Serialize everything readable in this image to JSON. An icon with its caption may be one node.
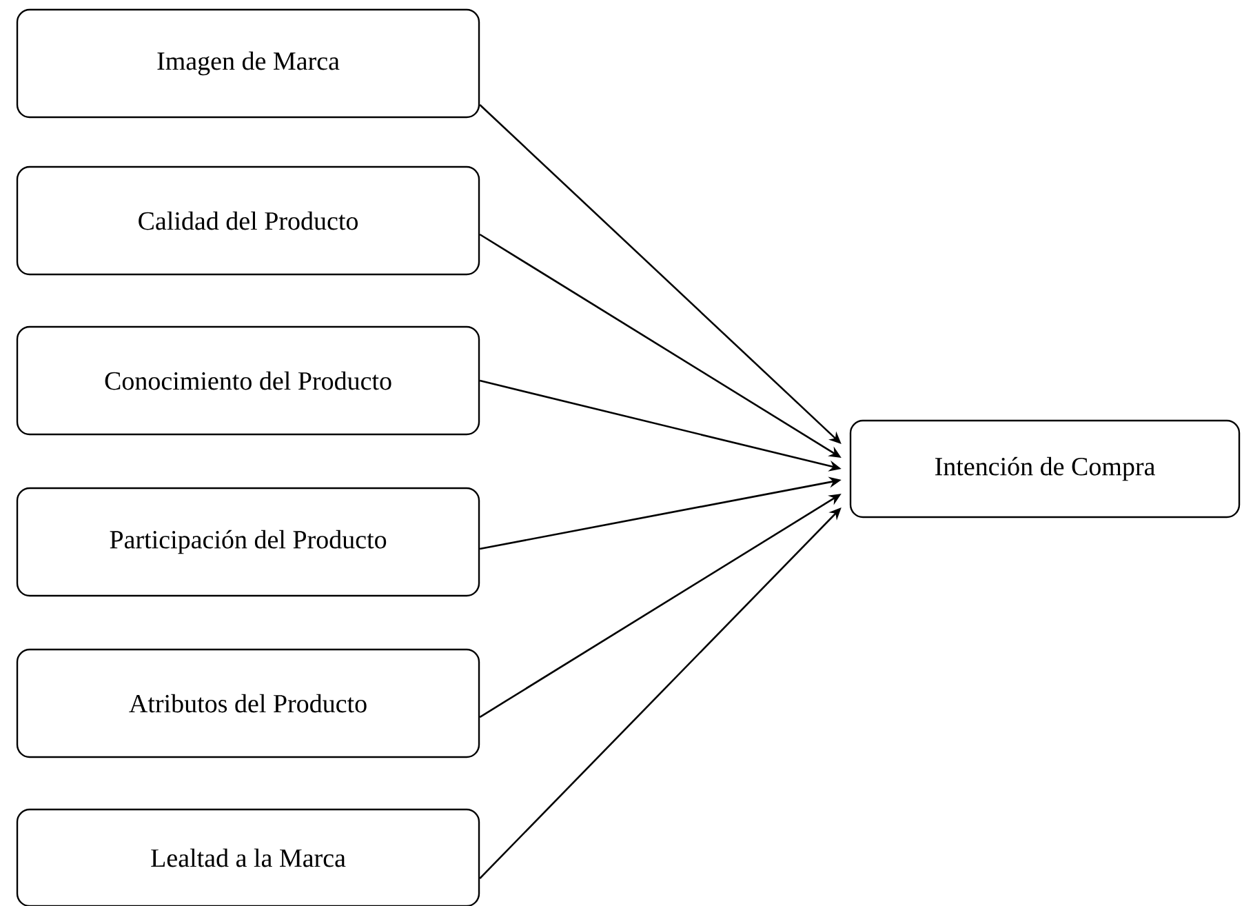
{
  "diagram": {
    "nodes": [
      {
        "text": [
          "Imagen de Marca"
        ]
      },
      {
        "text": [
          "Calidad del Producto"
        ]
      },
      {
        "text": [
          "Conocimiento del Producto"
        ]
      },
      {
        "text": [
          "Participación del Producto"
        ]
      },
      {
        "text": [
          "Atributos del Producto"
        ]
      },
      {
        "text": [
          "Lealtad a la Marca"
        ]
      },
      {
        "text": [
          "Intención de Compra"
        ]
      }
    ],
    "edges": [
      {
        "from": 0,
        "to": 6,
        "arrow": "to"
      },
      {
        "from": 1,
        "to": 6,
        "arrow": "to"
      },
      {
        "from": 2,
        "to": 6,
        "arrow": "to"
      },
      {
        "from": 3,
        "to": 6,
        "arrow": "to"
      },
      {
        "from": 4,
        "to": 6,
        "arrow": "to"
      },
      {
        "from": 5,
        "to": 6,
        "arrow": "to"
      }
    ]
  }
}
